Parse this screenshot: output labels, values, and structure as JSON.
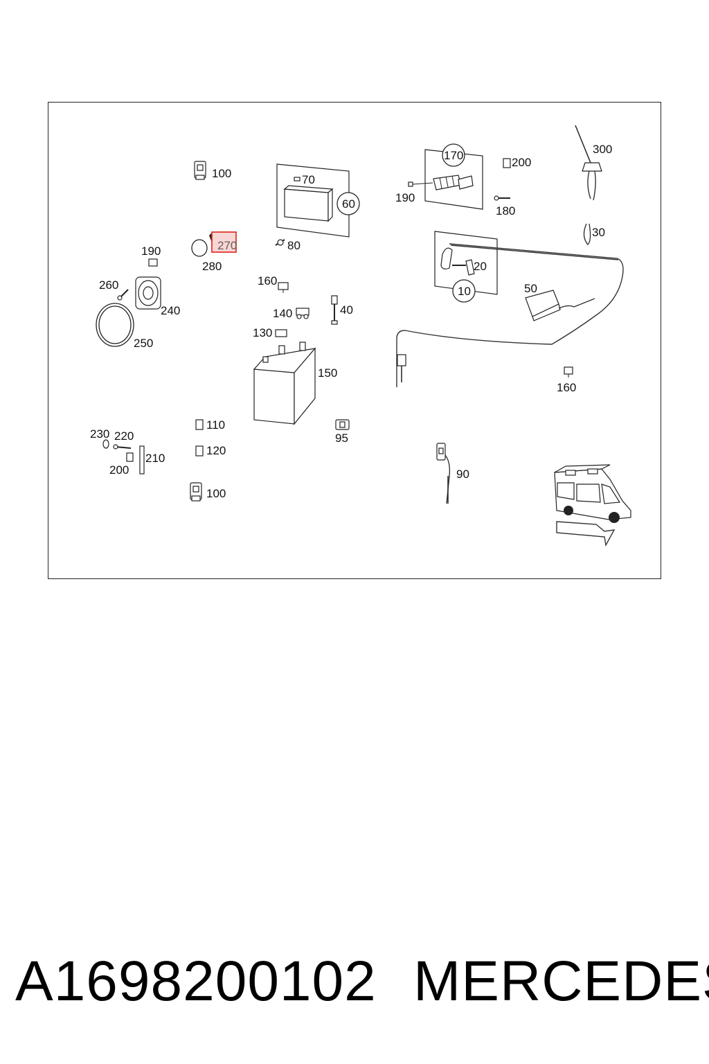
{
  "callouts": {
    "c100a": "100",
    "c100b": "100",
    "c270": "270",
    "c280": "280",
    "c190a": "190",
    "c190b": "190",
    "c260": "260",
    "c240": "240",
    "c250": "250",
    "c70": "70",
    "c60": "60",
    "c80": "80",
    "c160a": "160",
    "c160b": "160",
    "c140": "140",
    "c40": "40",
    "c130": "130",
    "c150": "150",
    "c170": "170",
    "c200a": "200",
    "c180": "180",
    "c300": "300",
    "c30": "30",
    "c20": "20",
    "c10": "10",
    "c50": "50",
    "c110": "110",
    "c120": "120",
    "c95": "95",
    "c230": "230",
    "c220": "220",
    "c210": "210",
    "c200b": "200",
    "c90": "90"
  },
  "highlight": {
    "color": "#e0211a",
    "fill": "#f6d7d5"
  },
  "footer": {
    "part_number": "A1698200102",
    "brand": "MERCEDES"
  }
}
